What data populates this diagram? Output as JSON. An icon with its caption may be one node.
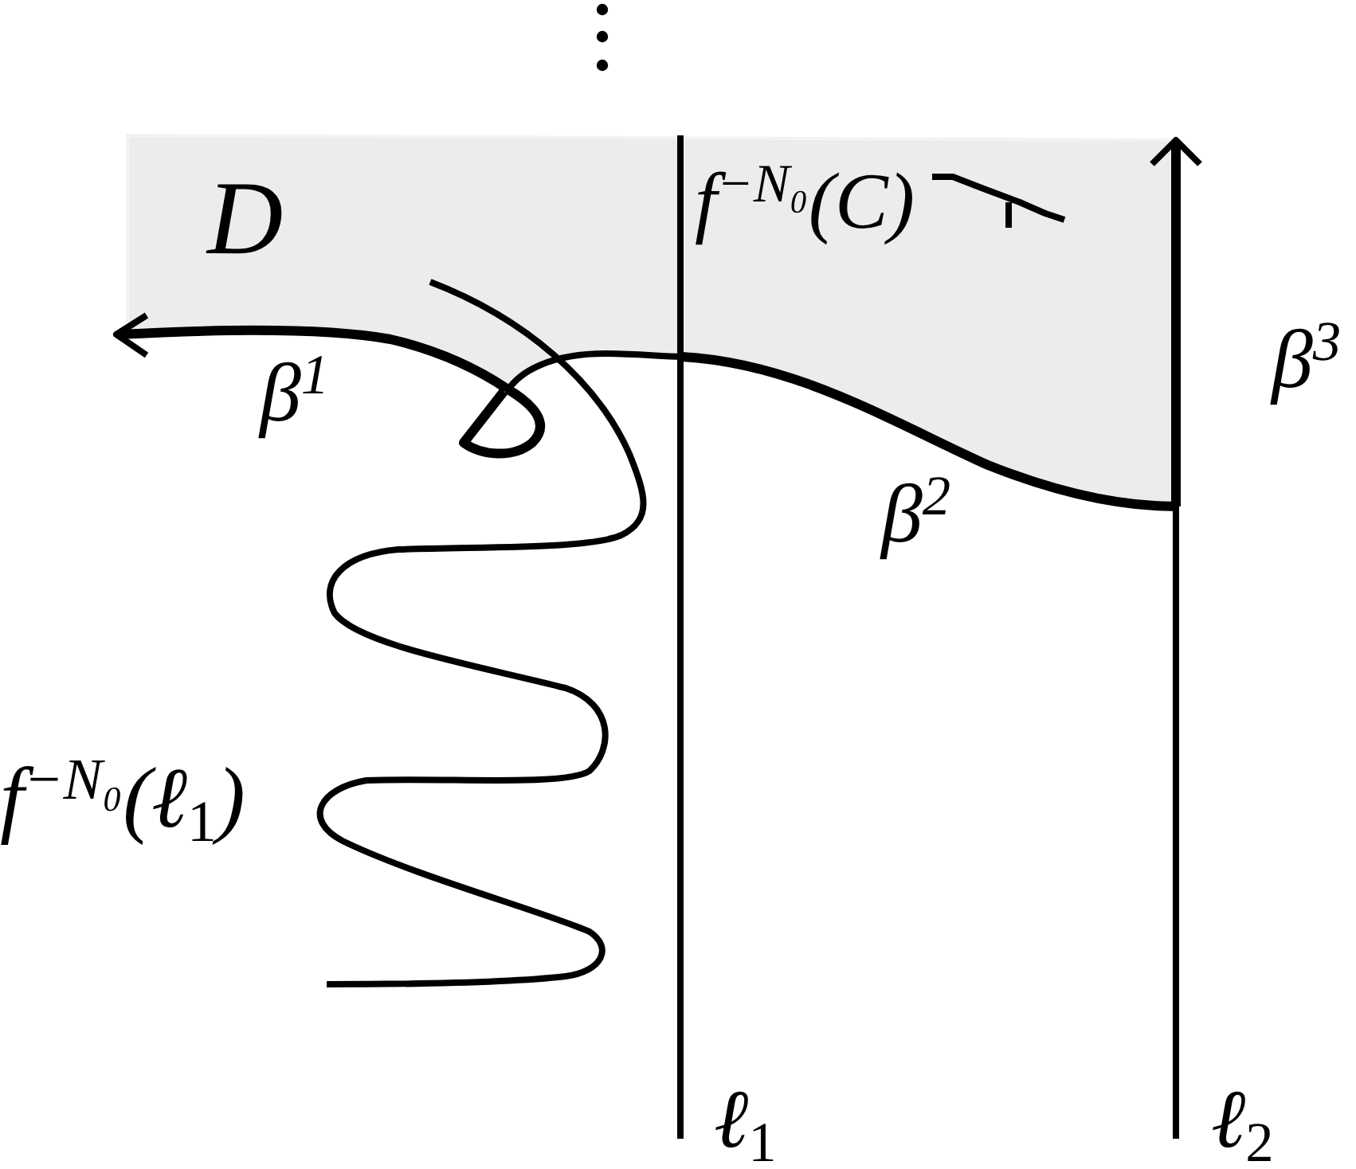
{
  "diagram": {
    "nodes": [
      {
        "text": [
          "D",
          "f$^{−N₀}$(C)"
        ]
      }
    ],
    "labels": [
      "β$^{1}$",
      "β$^{3}$",
      "β$^{2}$",
      "f$^{−N₀}$(ℓ$_{1}$)",
      "ℓ$_{1}$",
      "ℓ$_{2}$"
    ]
  }
}
